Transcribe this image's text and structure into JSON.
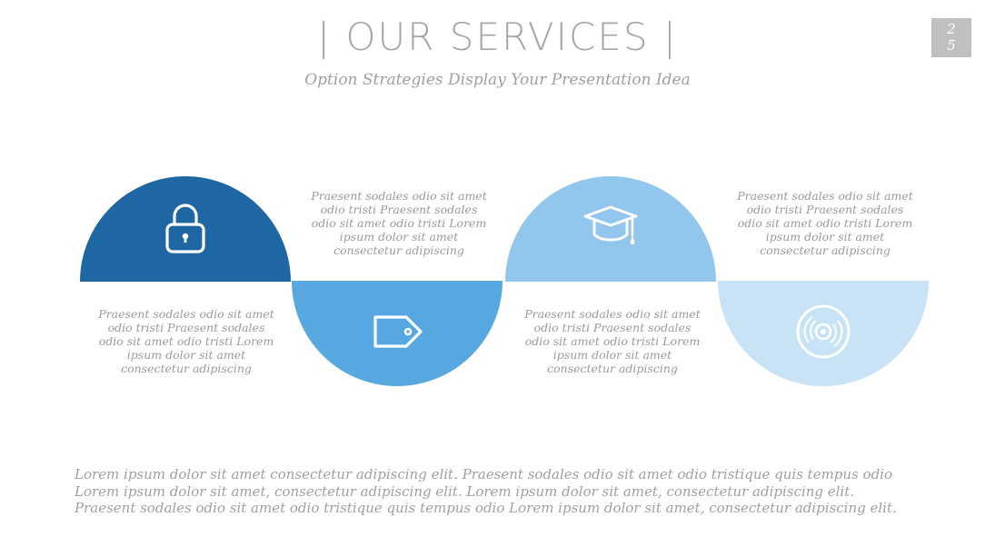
{
  "header": {
    "title": "| OUR SERVICES |",
    "subtitle": "Option Strategies Display Your Presentation Idea",
    "page_number": "2 5"
  },
  "colors": {
    "dark_blue": "#1f67a3",
    "mid_blue": "#57a8e0",
    "light_blue": "#93c6ec",
    "pale_blue": "#c8e2f6"
  },
  "services": [
    {
      "icon": "padlock-icon",
      "text": "Praesent sodales odio sit amet odio tristi Praesent sodales odio sit amet odio tristi Lorem ipsum dolor sit amet consectetur adipiscing"
    },
    {
      "icon": "tag-icon",
      "text": "Praesent sodales odio sit amet odio tristi Praesent sodales odio sit amet odio tristi Lorem ipsum dolor sit amet consectetur adipiscing"
    },
    {
      "icon": "graduation-cap-icon",
      "text": "Praesent sodales odio sit amet odio tristi Praesent sodales odio sit amet odio tristi Lorem ipsum dolor sit amet consectetur adipiscing"
    },
    {
      "icon": "disc-icon",
      "text": "Praesent sodales odio sit amet odio tristi Praesent sodales odio sit amet odio tristi Lorem ipsum dolor sit amet consectetur adipiscing"
    }
  ],
  "footer": {
    "line1": "Lorem ipsum dolor sit amet consectetur adipiscing elit. Praesent sodales odio sit amet odio tristique quis tempus odio",
    "line2": "Lorem ipsum dolor sit amet, consectetur adipiscing elit. Lorem ipsum dolor sit amet, consectetur adipiscing elit.",
    "line3": "Praesent sodales odio sit amet odio tristique quis tempus odio Lorem ipsum dolor sit amet, consectetur adipiscing elit."
  }
}
